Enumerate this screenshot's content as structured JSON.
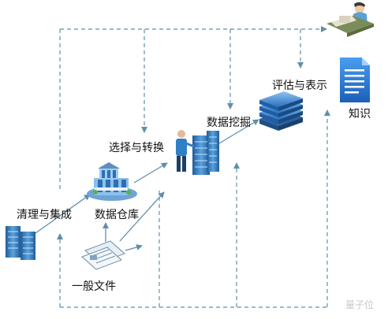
{
  "labels": {
    "clean": "清理与集成",
    "warehouse": "数据仓库",
    "select": "选择与转换",
    "mining": "数据挖掘",
    "eval": "评估与表示",
    "knowledge": "知识",
    "file": "一般文件"
  },
  "watermark": "量子位",
  "colors": {
    "arrow": "#5f8fa9",
    "dash": "#5f8fa9",
    "server_blue": "#2f7fc6",
    "layer_blue": "#4f8fd2",
    "doc_blue": "#2c6fc7"
  }
}
